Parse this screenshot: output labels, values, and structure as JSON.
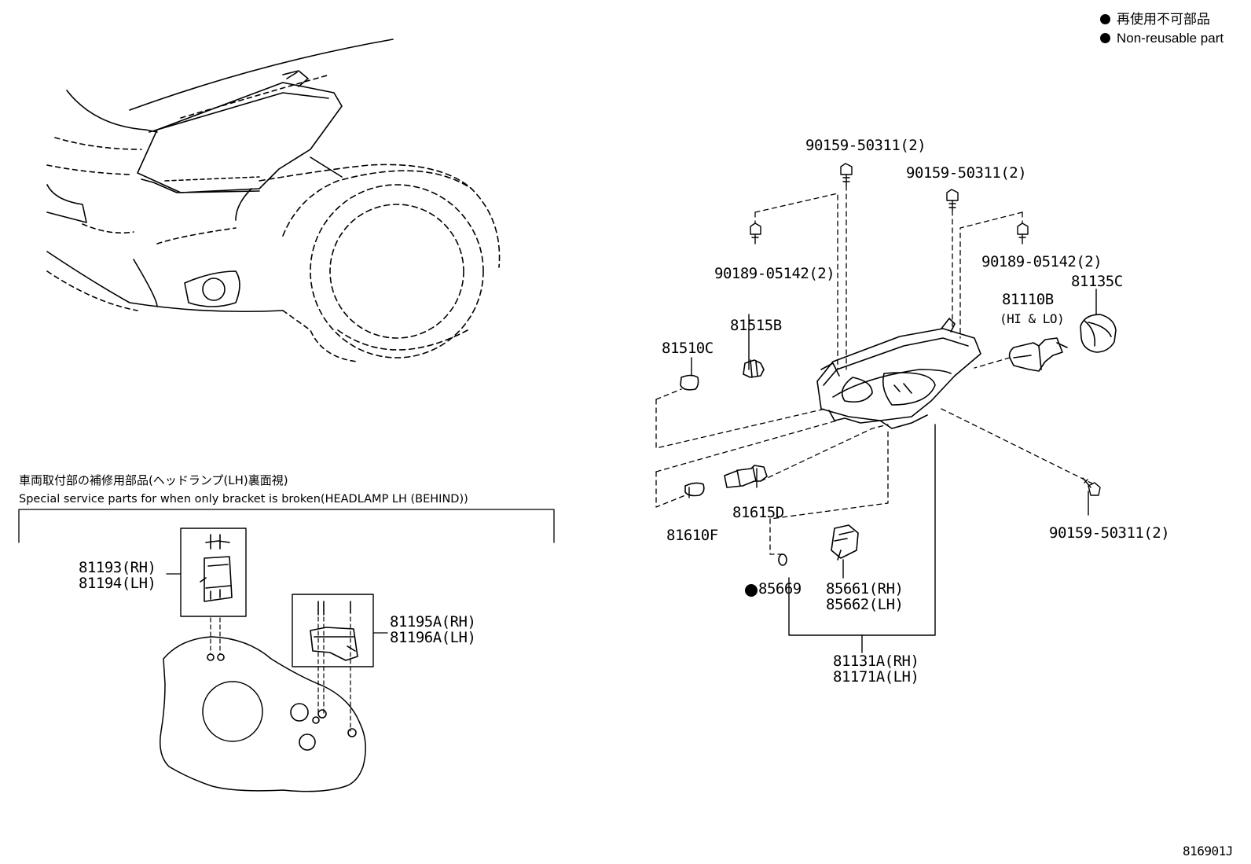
{
  "legend": {
    "jp": "再使用不可部品",
    "en": "Non-reusable part"
  },
  "section": {
    "title_jp": "車両取付部の補修用部品(ヘッドランプ(LH)裏面視)",
    "title_en": "Special service parts for when only bracket is broken(HEADLAMP LH (BEHIND))"
  },
  "parts": {
    "p90159_top": "90159-50311(2)",
    "p90159_mid": "90159-50311(2)",
    "p90189_left": "90189-05142(2)",
    "p90189_right": "90189-05142(2)",
    "p81110b": "81110B",
    "p81110b_note": "(HI & LO)",
    "p81135c": "81135C",
    "p81515b": "81515B",
    "p81510c": "81510C",
    "p81615d": "81615D",
    "p81610f": "81610F",
    "p90159_bottom": "90159-50311(2)",
    "p85669": "85669",
    "p85661": "85661(RH)",
    "p85662": "85662(LH)",
    "p81131a": "81131A(RH)",
    "p81171a": "81171A(LH)",
    "p81193": "81193(RH)",
    "p81194": "81194(LH)",
    "p81195a": "81195A(RH)",
    "p81196a": "81196A(LH)"
  },
  "diagram_code": "816901J"
}
